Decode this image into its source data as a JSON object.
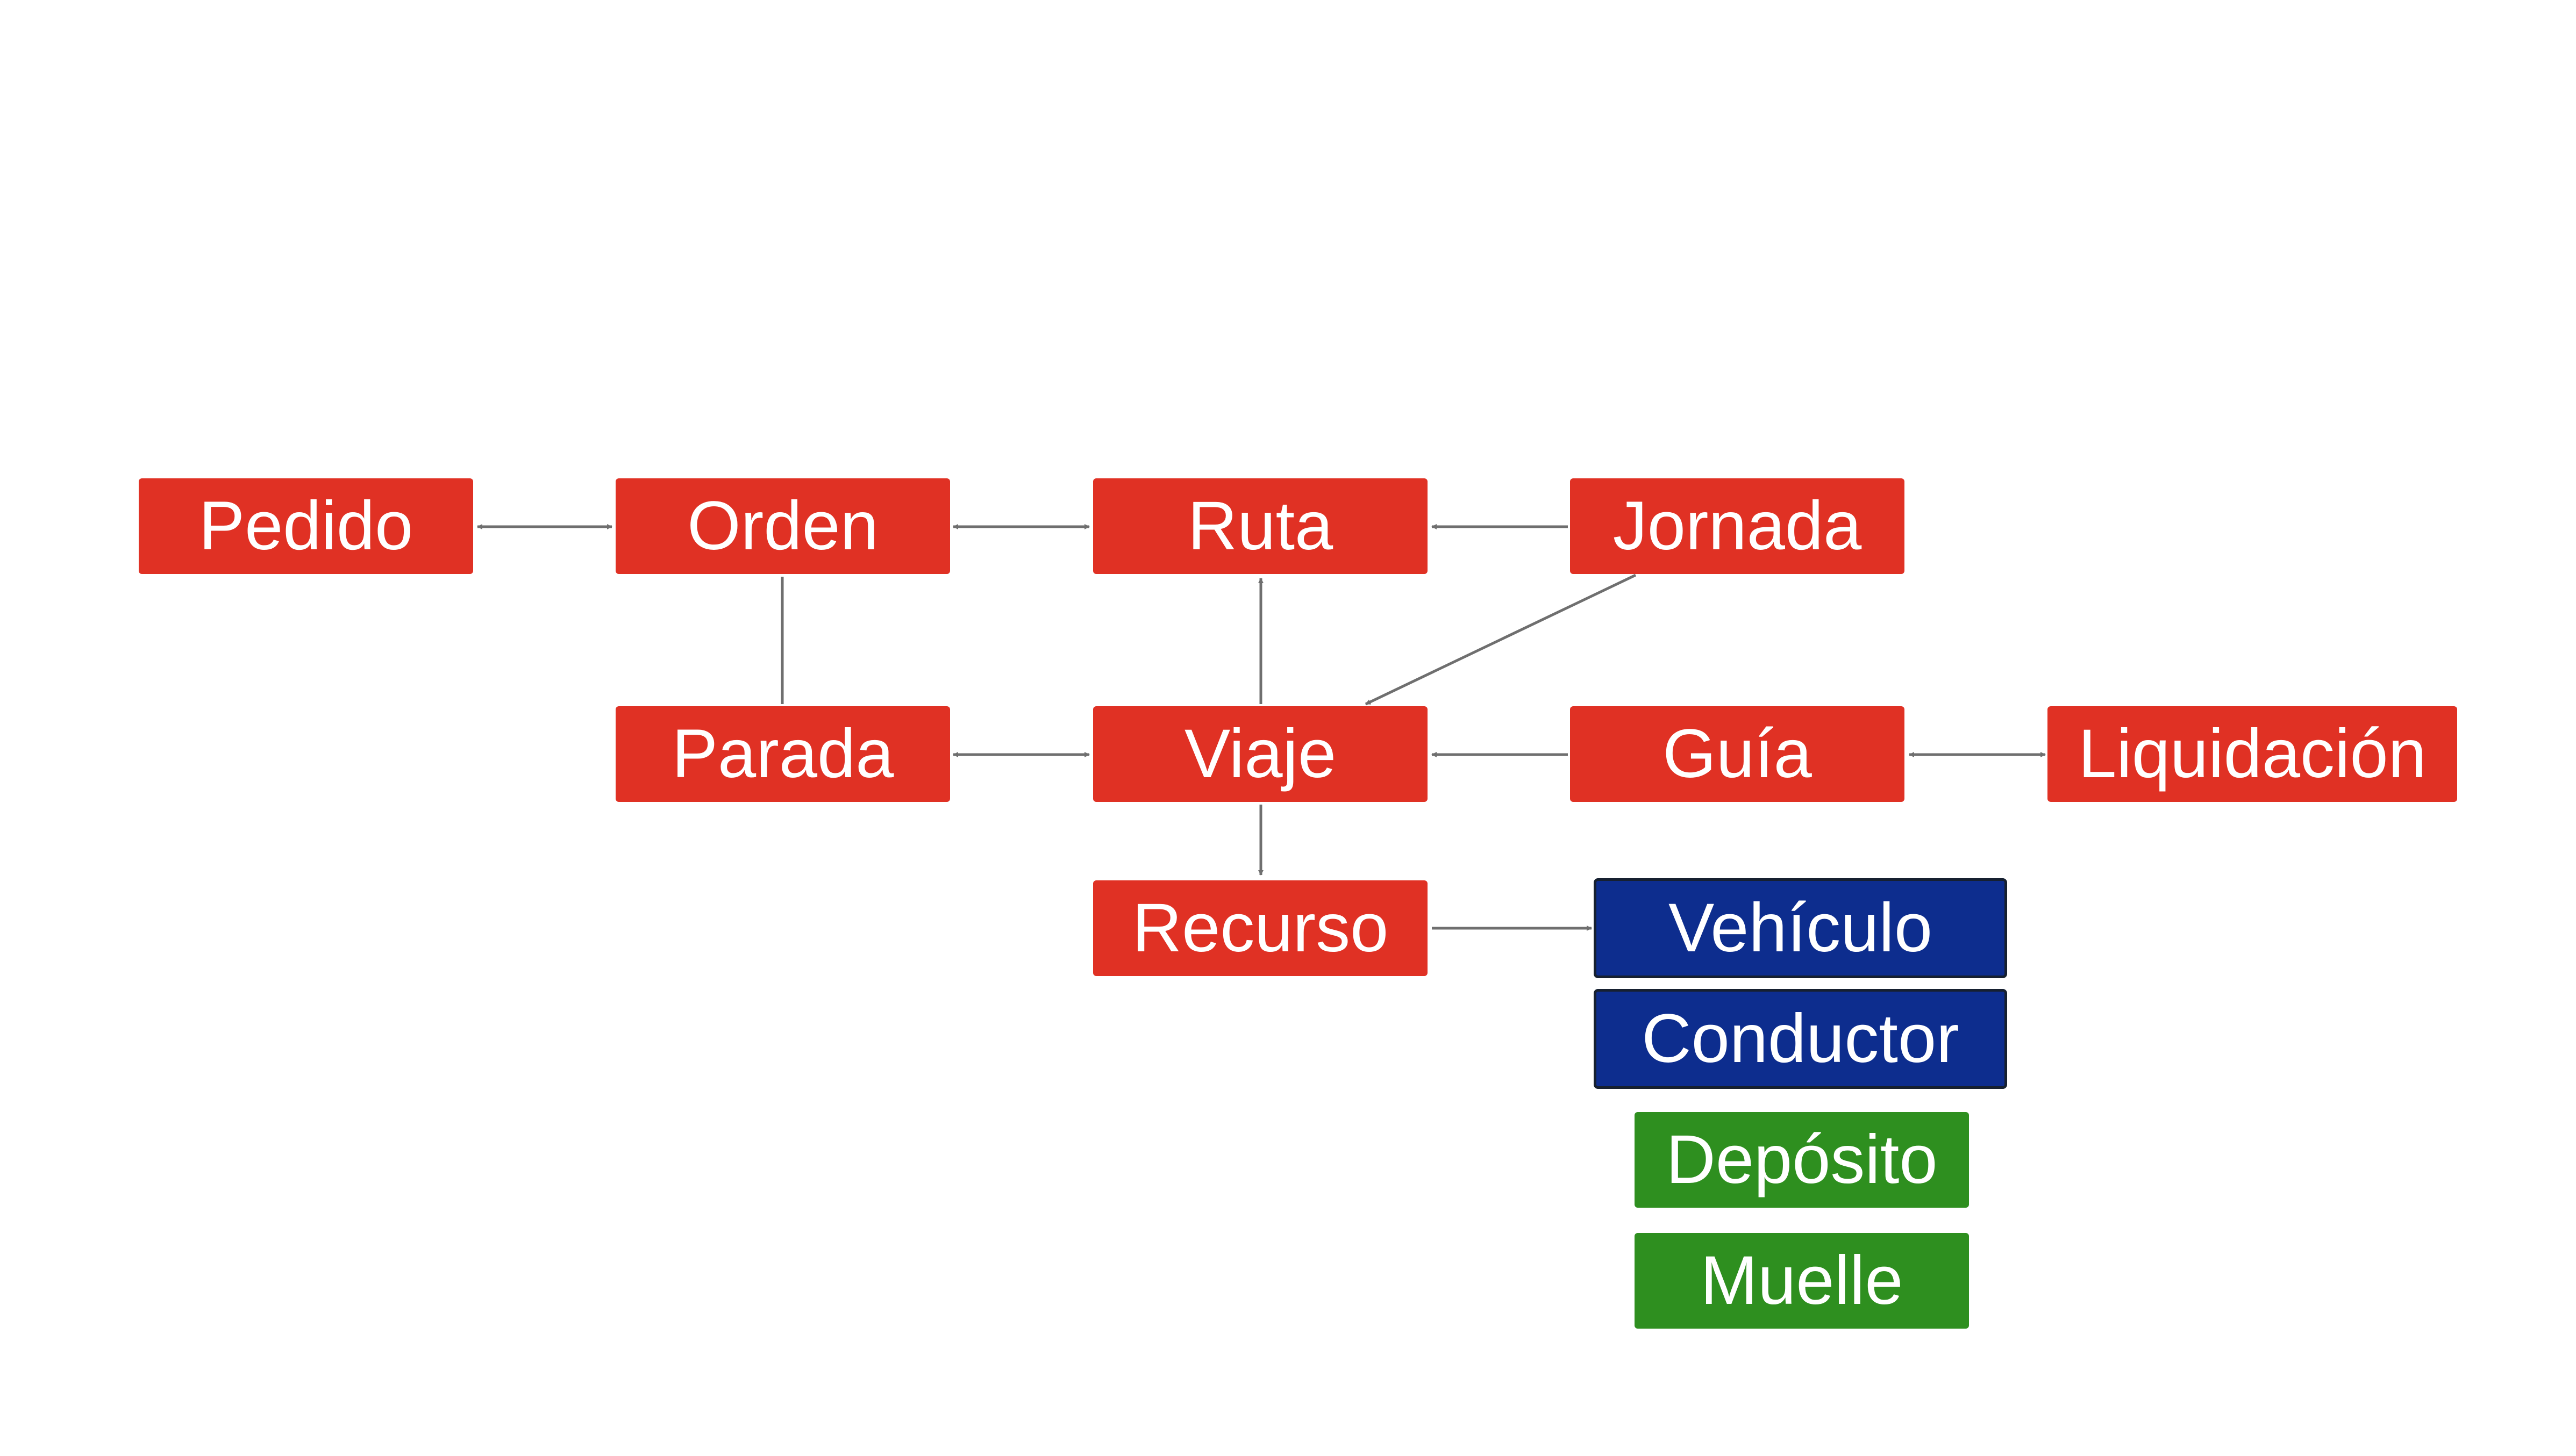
{
  "colors": {
    "primary_entity": "#e03124",
    "resource_entity": "#0d2d8e",
    "location_entity": "#2e8f1f",
    "connector": "#6f6f6f"
  },
  "nodes": {
    "pedido": "Pedido",
    "orden": "Orden",
    "ruta": "Ruta",
    "jornada": "Jornada",
    "parada": "Parada",
    "viaje": "Viaje",
    "guia": "Guía",
    "liquidacion": "Liquidación",
    "recurso": "Recurso",
    "vehiculo": "Vehículo",
    "conductor": "Conductor",
    "deposito": "Depósito",
    "muelle": "Muelle"
  },
  "edges": [
    {
      "from": "Pedido",
      "to": "Orden",
      "direction": "both"
    },
    {
      "from": "Orden",
      "to": "Ruta",
      "direction": "both"
    },
    {
      "from": "Jornada",
      "to": "Ruta",
      "direction": "forward"
    },
    {
      "from": "Orden",
      "to": "Parada",
      "direction": "none"
    },
    {
      "from": "Viaje",
      "to": "Ruta",
      "direction": "forward"
    },
    {
      "from": "Jornada",
      "to": "Viaje",
      "direction": "forward"
    },
    {
      "from": "Parada",
      "to": "Viaje",
      "direction": "both"
    },
    {
      "from": "Guía",
      "to": "Viaje",
      "direction": "forward"
    },
    {
      "from": "Guía",
      "to": "Liquidación",
      "direction": "both"
    },
    {
      "from": "Viaje",
      "to": "Recurso",
      "direction": "forward"
    },
    {
      "from": "Recurso",
      "to": "Vehículo",
      "direction": "forward"
    }
  ]
}
